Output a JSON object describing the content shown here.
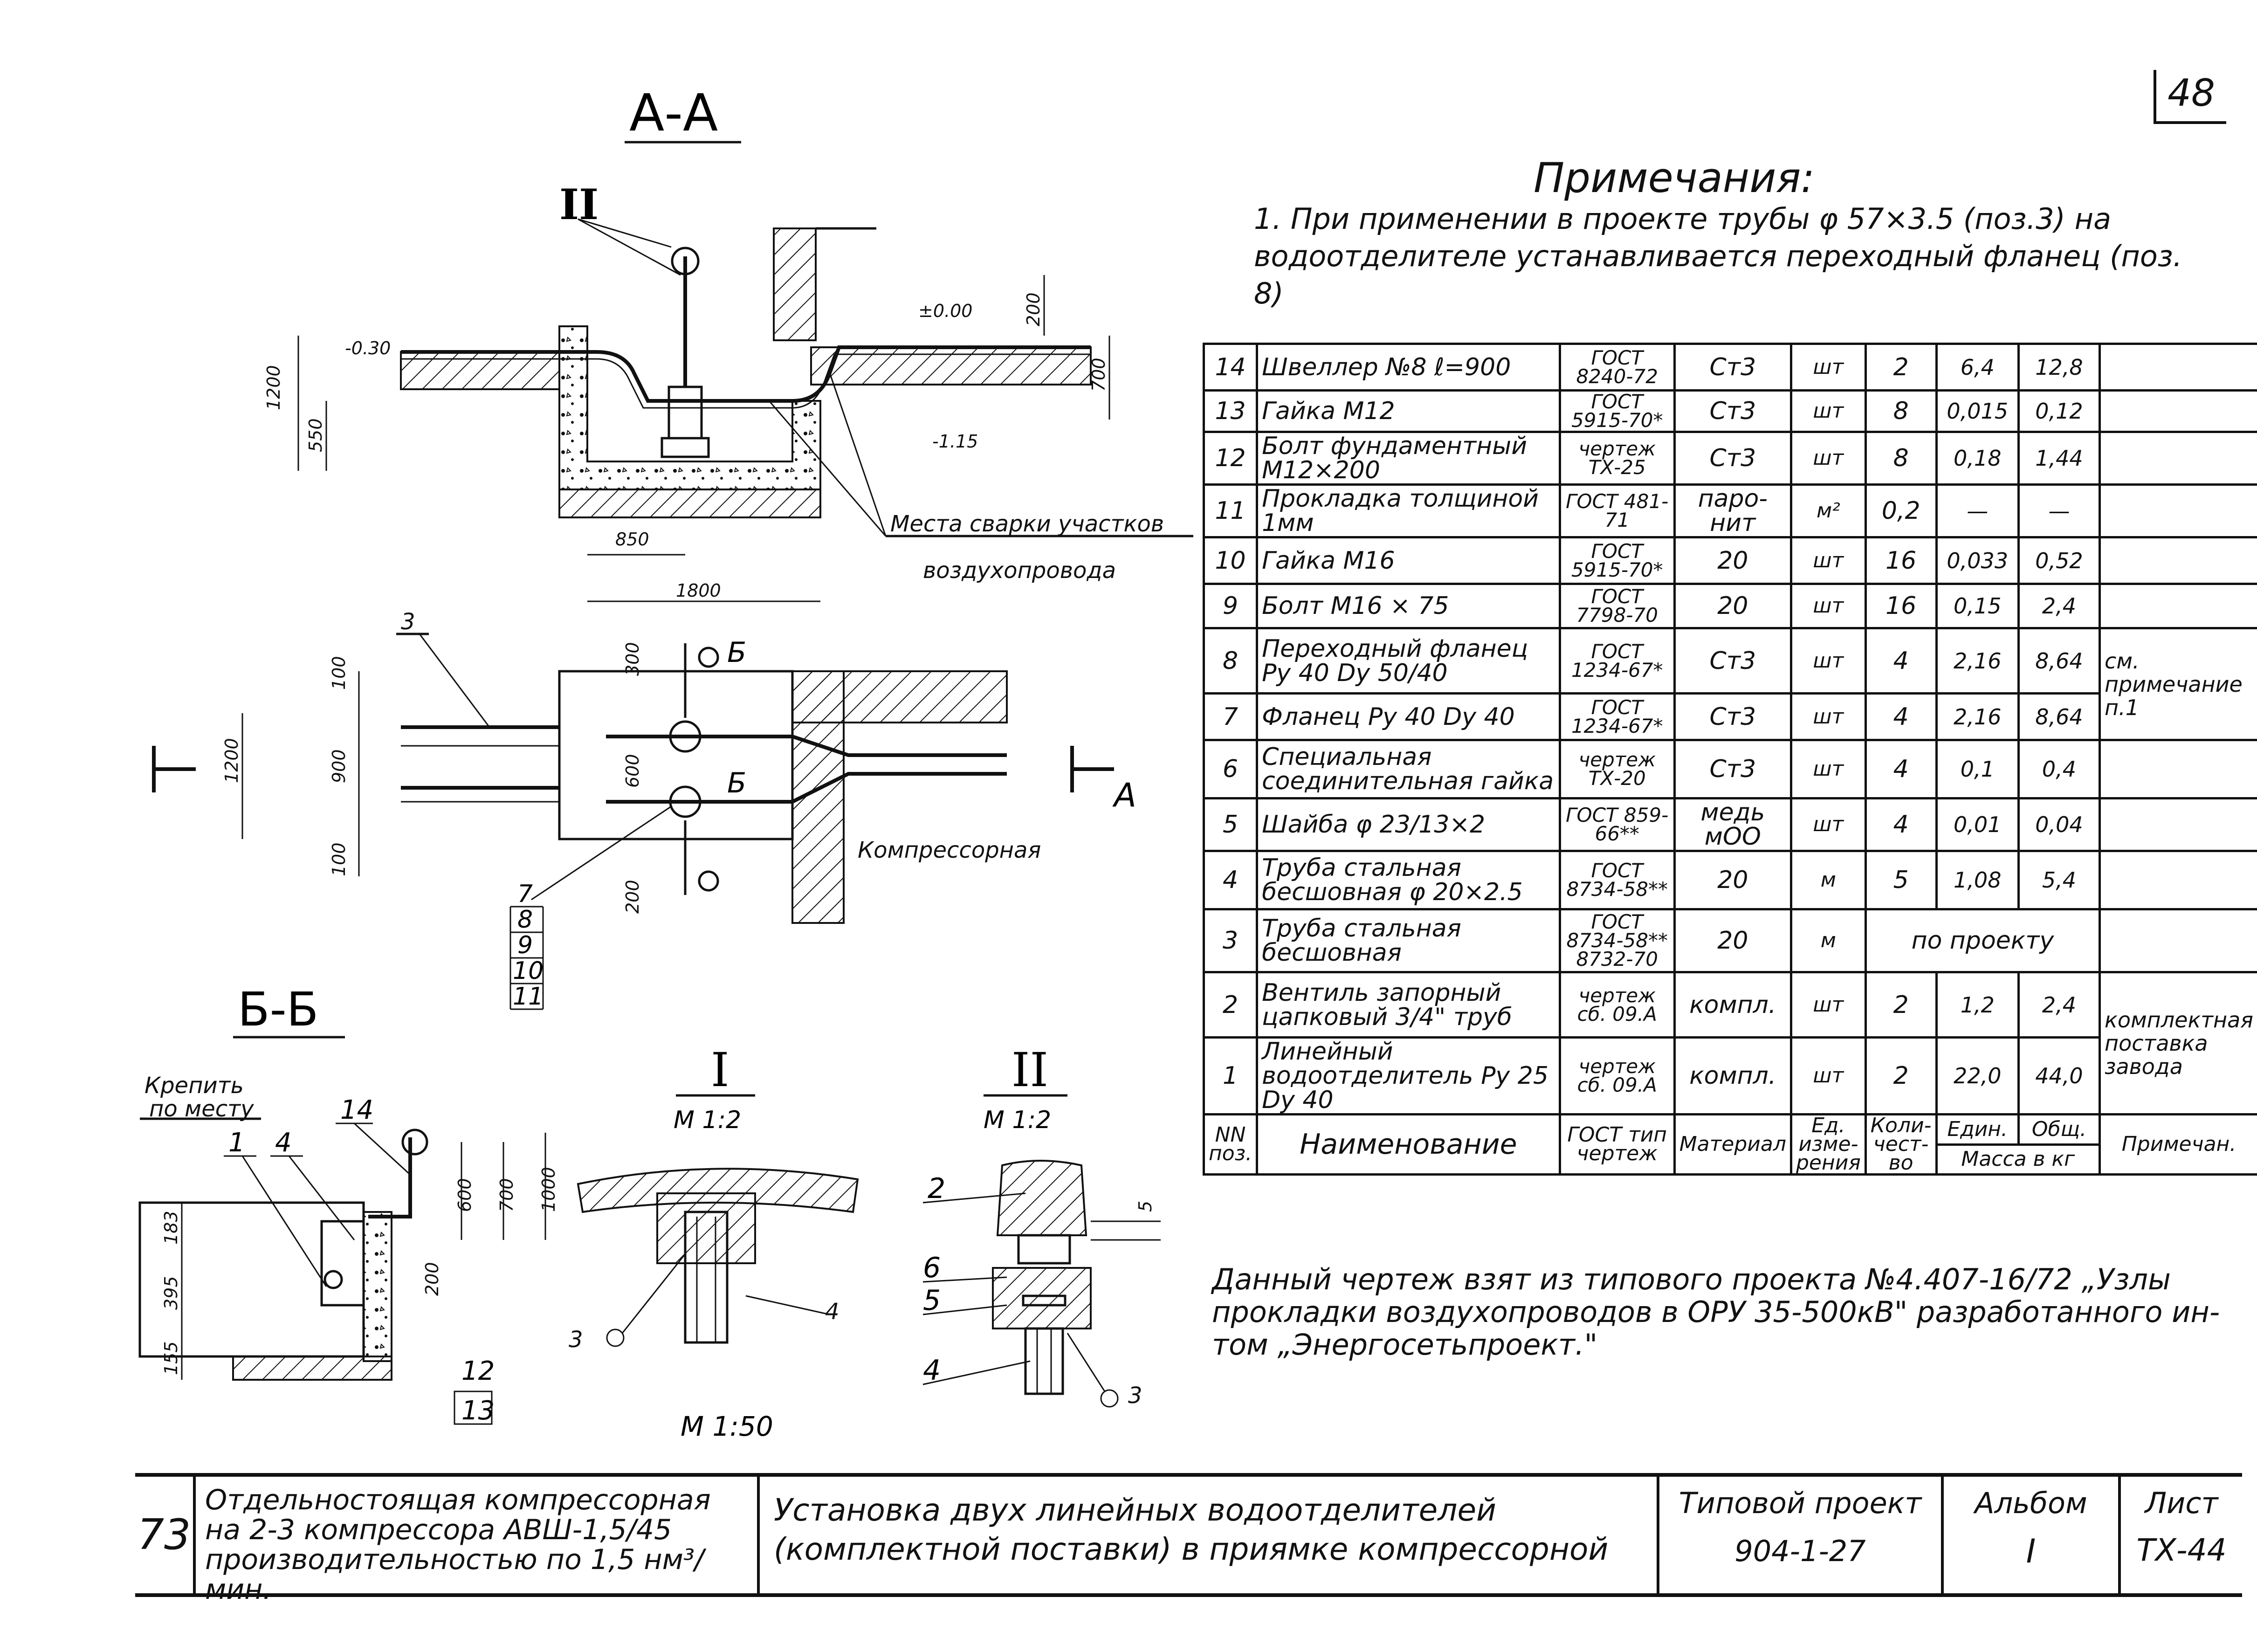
{
  "sheet_number": "48",
  "sections": {
    "aa": "А-А",
    "bb": "Б-Б",
    "node1": "I",
    "node1_scale": "М 1:2",
    "node2": "II",
    "node2_scale": "М 1:2",
    "plan_scale": "М 1:50",
    "section_mark_a": "А",
    "section_mark_b1": "Б",
    "section_mark_b2": "Б"
  },
  "drawing_labels": {
    "welding": "Места сварки участков",
    "welding2": "воздухопровода",
    "compressor_room": "Компрессорная",
    "fix_in_place1": "Крепить",
    "fix_in_place2": "по месту",
    "level_zero": "±0.00",
    "level_m030": "-0.30",
    "level_m115": "-1.15",
    "weld_sym": "3"
  },
  "dimensions": {
    "aa": [
      "1200",
      "550",
      "850",
      "1800",
      "200",
      "700"
    ],
    "plan": [
      "100",
      "900",
      "1200",
      "100",
      "300",
      "600",
      "200"
    ],
    "bb": [
      "183",
      "395",
      "155",
      "600",
      "700",
      "1000",
      "200"
    ],
    "node2": [
      "5"
    ]
  },
  "callouts": {
    "plan_pos3": "3",
    "plan_stack": [
      "7",
      "8",
      "9",
      "10",
      "11"
    ],
    "bb": [
      "1",
      "4",
      "14",
      "12",
      "13"
    ],
    "node1_pos4": "4",
    "node2": [
      "2",
      "6",
      "5",
      "4"
    ]
  },
  "notes": {
    "title": "Примечания:",
    "items": [
      "1. При применении в проекте трубы φ 57×3.5 (поз.3) на водоотделителе устанавливается переходный фланец (поз. 8)"
    ]
  },
  "spec_table": {
    "rows": [
      {
        "pos": "14",
        "name": "Швеллер №8  ℓ=900",
        "gost": "ГОСТ 8240-72",
        "mat": "Ст3",
        "unit": "шт",
        "qty": "2",
        "m1": "6,4",
        "m2": "12,8",
        "note": ""
      },
      {
        "pos": "13",
        "name": "Гайка    М12",
        "gost": "ГОСТ 5915-70*",
        "mat": "Ст3",
        "unit": "шт",
        "qty": "8",
        "m1": "0,015",
        "m2": "0,12",
        "note": ""
      },
      {
        "pos": "12",
        "name": "Болт фундаментный М12×200",
        "gost": "чертеж ТХ-25",
        "mat": "Ст3",
        "unit": "шт",
        "qty": "8",
        "m1": "0,18",
        "m2": "1,44",
        "note": ""
      },
      {
        "pos": "11",
        "name": "Прокладка толщиной 1мм",
        "gost": "ГОСТ 481-71",
        "mat": "паро- нит",
        "unit": "м²",
        "qty": "0,2",
        "m1": "—",
        "m2": "—",
        "note": ""
      },
      {
        "pos": "10",
        "name": "Гайка    М16",
        "gost": "ГОСТ 5915-70*",
        "mat": "20",
        "unit": "шт",
        "qty": "16",
        "m1": "0,033",
        "m2": "0,52",
        "note": ""
      },
      {
        "pos": "9",
        "name": "Болт    М16 × 75",
        "gost": "ГОСТ 7798-70",
        "mat": "20",
        "unit": "шт",
        "qty": "16",
        "m1": "0,15",
        "m2": "2,4",
        "note": ""
      },
      {
        "pos": "8",
        "name": "Переходный фланец Ру 40  Dу 50/40",
        "gost": "ГОСТ 1234-67*",
        "mat": "Ст3",
        "unit": "шт",
        "qty": "4",
        "m1": "2,16",
        "m2": "8,64",
        "note": "см. примечание п.1"
      },
      {
        "pos": "7",
        "name": "Фланец Ру 40 Dу 40",
        "gost": "ГОСТ 1234-67*",
        "mat": "Ст3",
        "unit": "шт",
        "qty": "4",
        "m1": "2,16",
        "m2": "8,64",
        "note": ""
      },
      {
        "pos": "6",
        "name": "Специальная соединительная гайка",
        "gost": "чертеж ТХ-20",
        "mat": "Ст3",
        "unit": "шт",
        "qty": "4",
        "m1": "0,1",
        "m2": "0,4",
        "note": ""
      },
      {
        "pos": "5",
        "name": "Шайба    φ 23/13×2",
        "gost": "ГОСТ 859-66**",
        "mat": "медь мОО",
        "unit": "шт",
        "qty": "4",
        "m1": "0,01",
        "m2": "0,04",
        "note": ""
      },
      {
        "pos": "4",
        "name": "Труба стальная бесшовная φ 20×2.5",
        "gost": "ГОСТ 8734-58**",
        "mat": "20",
        "unit": "м",
        "qty": "5",
        "m1": "1,08",
        "m2": "5,4",
        "note": ""
      },
      {
        "pos": "3",
        "name": "Труба стальная бесшовная",
        "gost": "ГОСТ 8734-58** 8732-70",
        "mat": "20",
        "unit": "м",
        "qty": "по проекту",
        "m1": "",
        "m2": "",
        "note": ""
      },
      {
        "pos": "2",
        "name": "Вентиль запорный цапковый 3/4\" труб",
        "gost": "чертеж сб. 09.А",
        "mat": "компл.",
        "unit": "шт",
        "qty": "2",
        "m1": "1,2",
        "m2": "2,4",
        "note": "комплектная поставка завода"
      },
      {
        "pos": "1",
        "name": "Линейный водоотделитель Ру 25 Dу 40",
        "gost": "чертеж сб. 09.А",
        "mat": "компл.",
        "unit": "шт",
        "qty": "2",
        "m1": "22,0",
        "m2": "44,0",
        "note": ""
      }
    ],
    "header": {
      "pos": "NN поз.",
      "name": "Наименование",
      "gost": "ГОСТ тип чертеж",
      "mat": "Материал",
      "unit": "Ед. изме- рения",
      "qty": "Коли- чест- во",
      "m1": "Един.",
      "m2": "Общ.",
      "mass": "Масса в кг",
      "note": "Примечан."
    }
  },
  "source_note": "Данный чертеж взят из типового проекта №4.407-16/72 „Узлы прокладки воздухопроводов в ОРУ 35-500кВ\" разработанного ин-том „Энергосетьпроект.\"",
  "title_block": {
    "page": "73",
    "object": "Отдельностоящая компрессорная на 2-3 компрессора АВШ-1,5/45 производительностью по 1,5 нм³/мин.",
    "drawing_title": "Установка двух линейных водоотделителей (комплектной поставки) в приямке компрессорной",
    "project_label": "Типовой проект",
    "project_value": "904-1-27",
    "album_label": "Альбом",
    "album_value": "I",
    "sheet_label": "Лист",
    "sheet_value": "ТХ-44"
  }
}
